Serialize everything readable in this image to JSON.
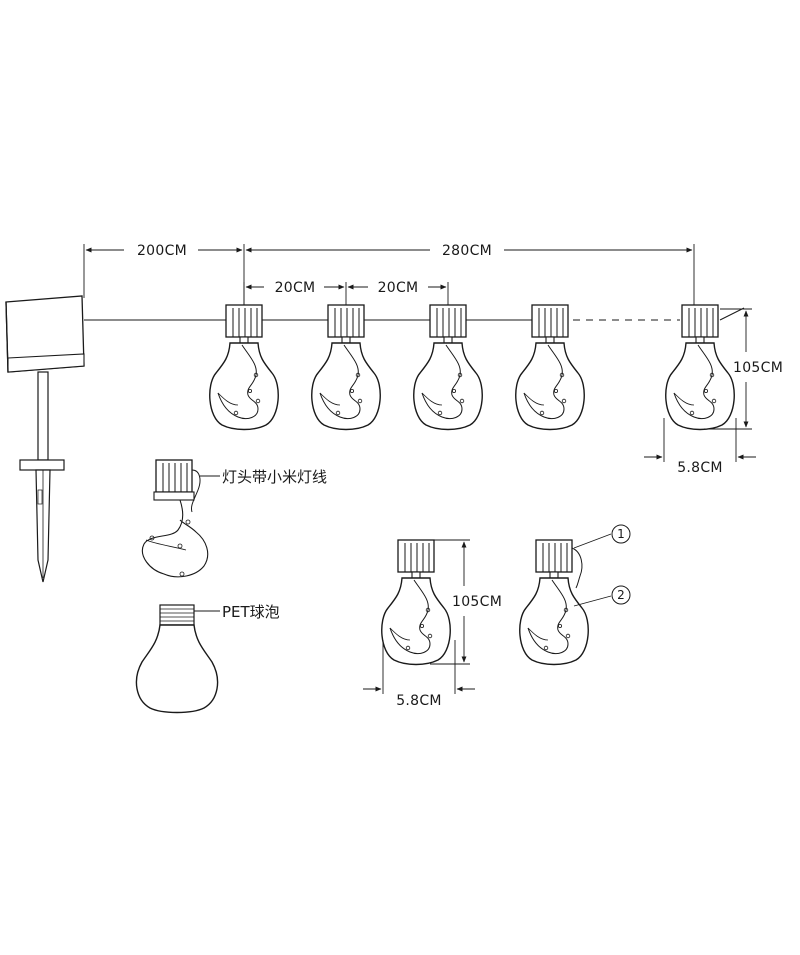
{
  "diagram": {
    "dimensions": {
      "panel_to_first_bulb": "200CM",
      "total_string_length": "280CM",
      "bulb_spacing_1": "20CM",
      "bulb_spacing_2": "20CM",
      "bulb_height": "105CM",
      "bulb_width": "5.8CM",
      "detail_bulb_height": "105CM",
      "detail_bulb_width": "5.8CM"
    },
    "labels": {
      "lamp_head": "灯头带小米灯线",
      "pet_bulb": "PET球泡"
    },
    "callouts": [
      "1",
      "2"
    ],
    "stroke_color": "#1a1a1a",
    "background": "#ffffff"
  }
}
